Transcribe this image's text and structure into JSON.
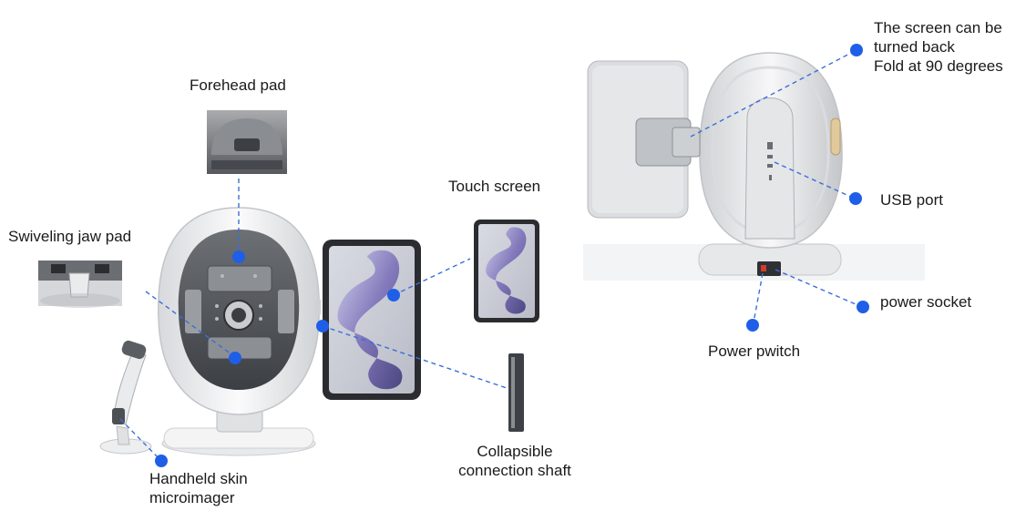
{
  "labels": {
    "forehead_pad": "Forehead pad",
    "swiveling_jaw_pad": "Swiveling jaw pad",
    "touch_screen": "Touch screen",
    "handheld_line1": "Handheld skin",
    "handheld_line2": "microimager",
    "shaft_line1": "Collapsible",
    "shaft_line2": "connection shaft",
    "screen_back_line1": "The screen can be",
    "screen_back_line2": "turned back",
    "screen_back_line3": "Fold at 90 degrees",
    "usb_port": "USB port",
    "power_socket": "power socket",
    "power_switch": "Power pwitch"
  },
  "colors": {
    "callout_dot": "#1f5fe8",
    "callout_line": "#3a6fd8",
    "device_white": "#f2f3f5",
    "device_gray": "#8a8d92",
    "screen_art": "#7b6fb8"
  }
}
